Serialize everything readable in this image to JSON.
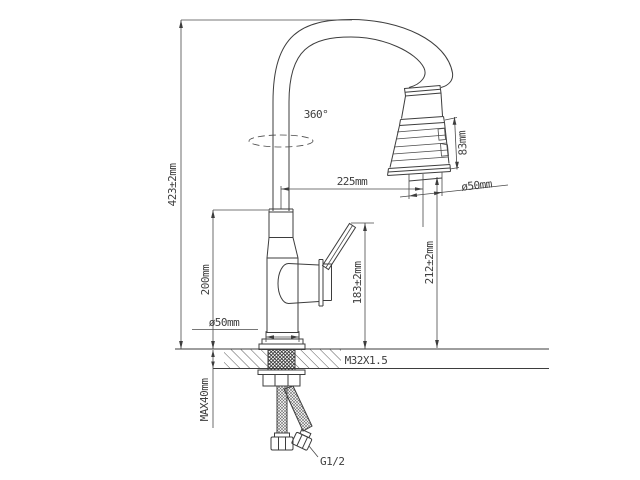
{
  "drawing": {
    "type": "technical-dimension-drawing",
    "subject": "pull-down kitchen faucet installation diagram",
    "background_color": "#ffffff",
    "line_color": "#3d3d3d",
    "labels": {
      "overall_height": "423±2mm",
      "swivel_angle": "360°",
      "spout_reach": "225mm",
      "spray_head_length": "83mm",
      "spray_head_diameter": "ø50mm",
      "outlet_height": "212±2mm",
      "handle_height": "183±2mm",
      "body_height": "200mm",
      "base_diameter": "ø50mm",
      "mounting_thread": "M32X1.5",
      "max_counter_thickness": "MAX40mm",
      "hose_thread": "G1/2"
    }
  }
}
